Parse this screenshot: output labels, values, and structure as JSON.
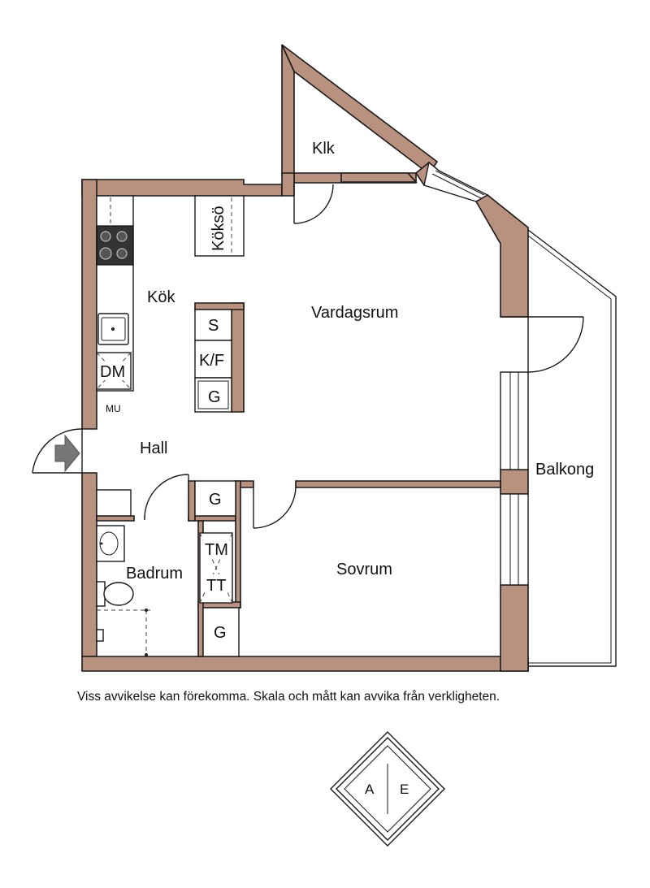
{
  "rooms": {
    "klk": "Klk",
    "koksoe": "Köksö",
    "kok": "Kök",
    "vardagsrum": "Vardagsrum",
    "hall": "Hall",
    "balkong": "Balkong",
    "badrum": "Badrum",
    "sovrum": "Sovrum"
  },
  "fixtures": {
    "s": "S",
    "kf": "K/F",
    "g_kitchen": "G",
    "g_hall": "G",
    "g_bath": "G",
    "dm": "DM",
    "mu": "MU",
    "tm": "TM",
    "tt": "TT"
  },
  "disclaimer": "Viss avvikelse kan förekomma. Skala och mått kan avvika från verkligheten.",
  "logo": {
    "left": "A",
    "right": "E"
  },
  "colors": {
    "wall": "#b8917f",
    "line": "#1a1a1a"
  },
  "icons": [
    "entrance-arrow-icon",
    "stove-icon",
    "sink-icon",
    "toilet-icon",
    "washbasin-icon",
    "shower-icon"
  ]
}
